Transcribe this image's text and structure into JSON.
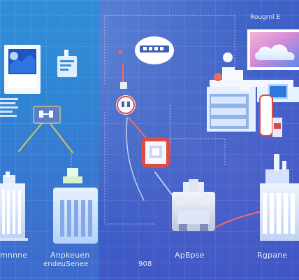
{
  "top_right_label": "Rougrnl E",
  "bottom_labels": {
    "label_1": "mnnne",
    "label_2": "Anpkeuen",
    "label_3": "endeuSenee",
    "label_4": "908",
    "label_5": "ApBpse",
    "label_6": "Rgpane"
  },
  "colors": {
    "background": "#3f63c8",
    "left_panel": "#2e8fd8",
    "node_red": "#dd4b45",
    "connector_yellow": "#e7d172",
    "connector_red": "#f06b63",
    "lines_light": "#d7e2ff"
  },
  "icons": [
    "monitor-icon",
    "document-icon",
    "server-icon",
    "building-icon",
    "router-icon",
    "cloud-icon",
    "factory-icon"
  ]
}
